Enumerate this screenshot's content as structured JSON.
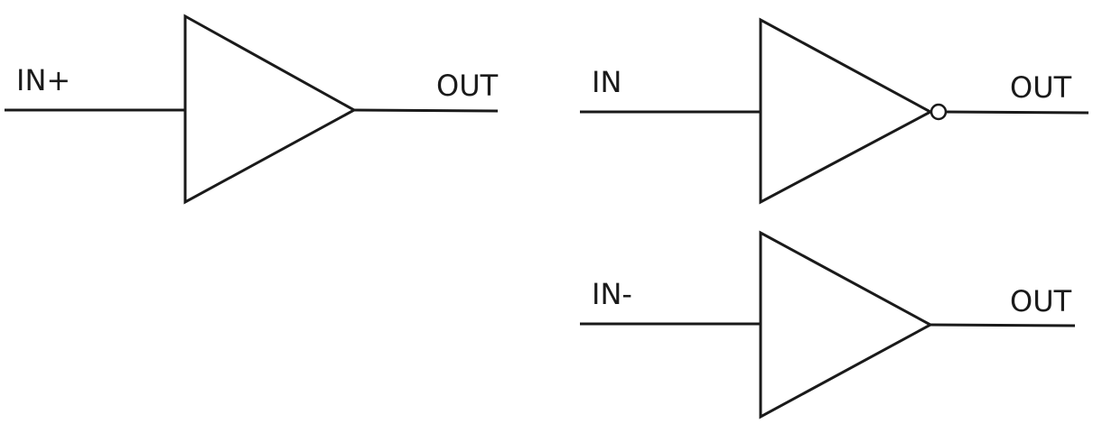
{
  "colors": {
    "stroke": "#1a1a1a",
    "background": "#ffffff"
  },
  "gates": [
    {
      "kind": "buffer",
      "input_label": "IN+",
      "output_label": "OUT",
      "inverted": false
    },
    {
      "kind": "inverter",
      "input_label": "IN",
      "output_label": "OUT",
      "inverted": true
    },
    {
      "kind": "buffer",
      "input_label": "IN-",
      "output_label": "OUT",
      "inverted": false
    }
  ]
}
